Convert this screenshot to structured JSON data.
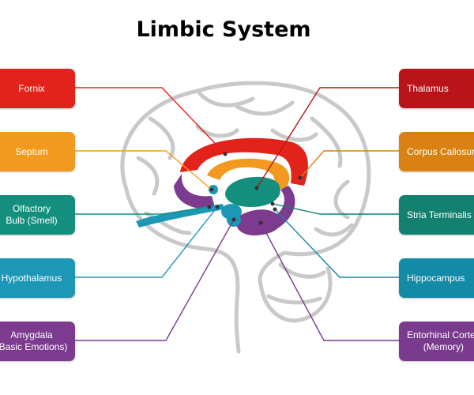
{
  "title": "Limbic System",
  "colors": {
    "red": "#e1231c",
    "orange": "#f29a1f",
    "teal": "#148f7e",
    "blue": "#1c97b6",
    "purple": "#7c3b8f",
    "darkred": "#b8141a",
    "darkorange": "#d98112",
    "darkteal": "#138070",
    "darkblue": "#138aa6",
    "darkpurple": "#7a3a8d"
  },
  "labels": {
    "left": [
      "Fornix",
      "Septum",
      "Olfactory\nBulb (Smell)",
      "Hypothalamus",
      "Amygdala\n(Basic Emotions)"
    ],
    "right": [
      "Thalamus",
      "Corpus Callosum",
      "Stria Terminalis",
      "Hippocampus",
      "Entorhinal Cortex\n(Memory)"
    ]
  }
}
